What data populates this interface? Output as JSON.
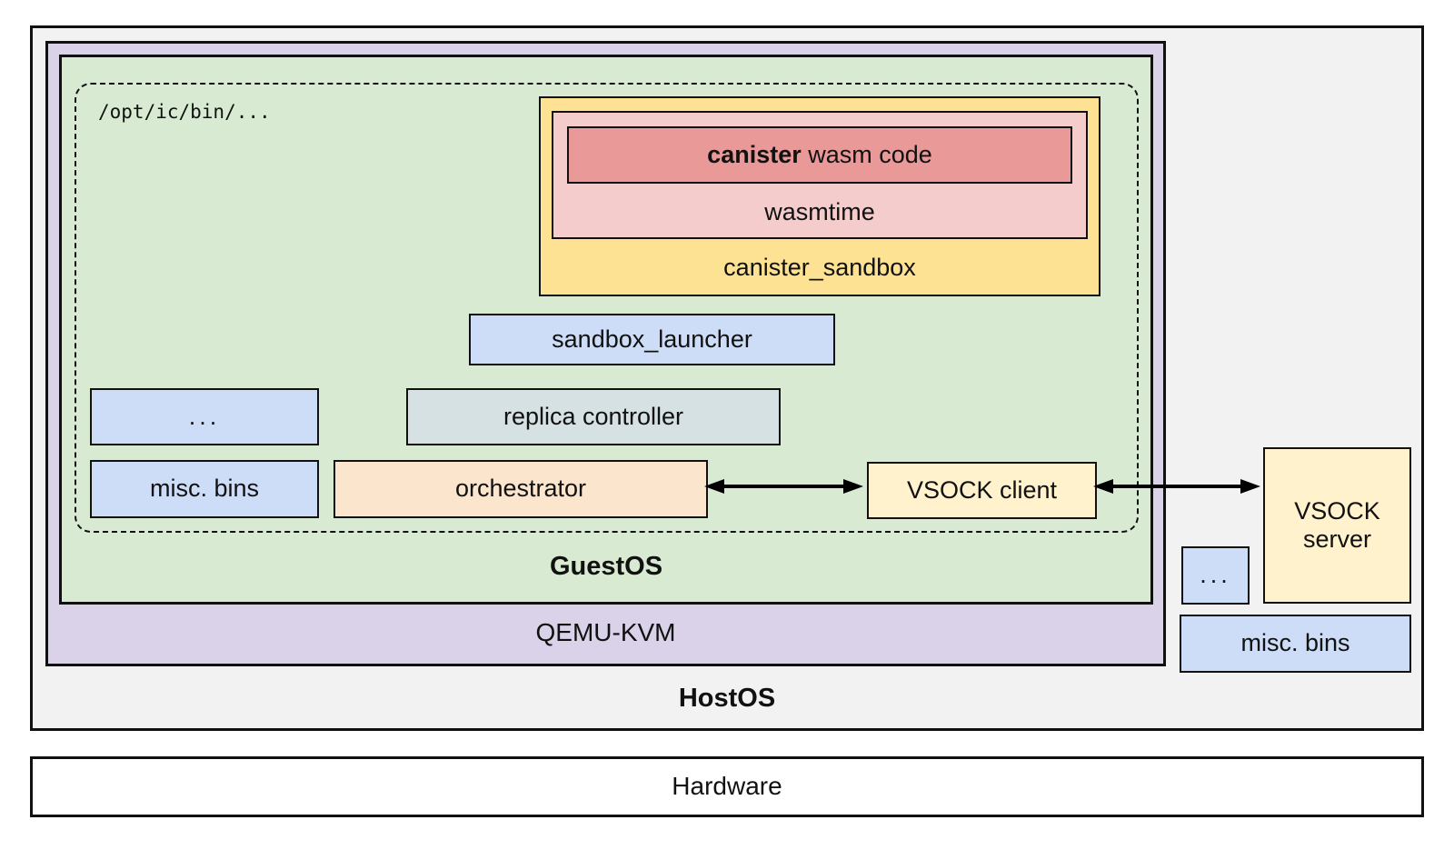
{
  "nodes": {
    "bin_path": "/opt/ic/bin/...",
    "canister_wasm_bold": "canister",
    "canister_wasm_rest": "wasm code",
    "wasmtime": "wasmtime",
    "canister_sandbox": "canister_sandbox",
    "sandbox_launcher": "sandbox_launcher",
    "ellipsis_guest": "...",
    "replica_controller": "replica controller",
    "misc_bins_guest": "misc. bins",
    "orchestrator": "orchestrator",
    "vsock_client": "VSOCK client",
    "vsock_server": "VSOCK server",
    "ellipsis_host": "...",
    "misc_bins_host": "misc. bins",
    "guest_os": "GuestOS",
    "qemu_kvm": "QEMU-KVM",
    "host_os": "HostOS",
    "hardware": "Hardware"
  },
  "colors": {
    "host_os_bg": "#f2f2f3",
    "qemu_kvm_bg": "#d9d2e9",
    "guest_os_bg": "#d9ead3",
    "canister_sandbox_bg": "#fde294",
    "wasmtime_bg": "#f4cccc",
    "canister_wasm_bg": "#ea9999",
    "blue_box_bg": "#cdddf7",
    "replica_controller_bg": "#d6e1e3",
    "orchestrator_bg": "#fce5cd",
    "vsock_bg": "#fff2cc",
    "hardware_bg": "#ffffff",
    "border": "#111111",
    "arrow": "#000000"
  }
}
